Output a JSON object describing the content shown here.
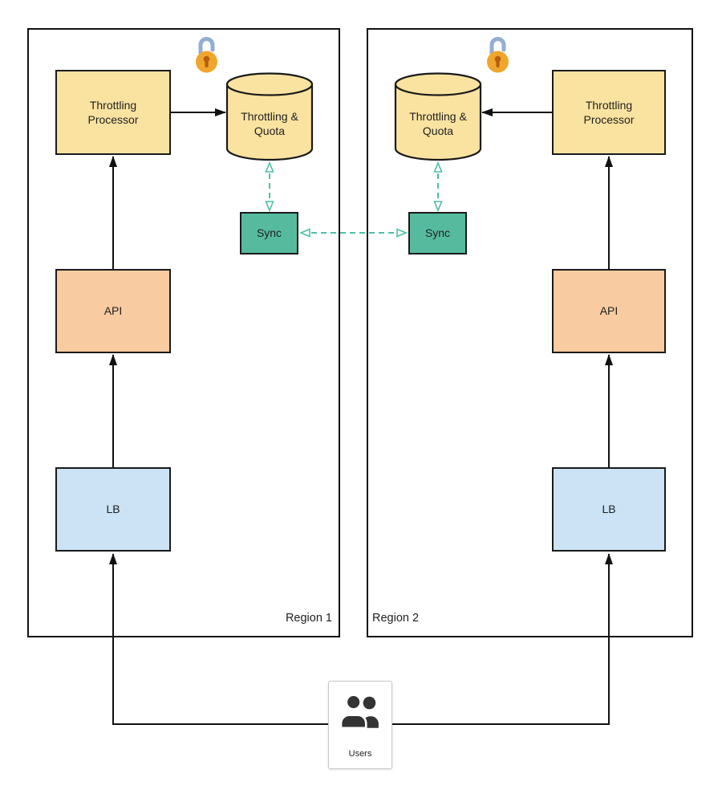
{
  "regions": [
    {
      "label": "Region 1"
    },
    {
      "label": "Region 2"
    }
  ],
  "nodes": {
    "throttling_processor": {
      "label": "Throttling Processor"
    },
    "throttling_quota": {
      "label": "Throttling & Quota"
    },
    "sync": {
      "label": "Sync"
    },
    "api": {
      "label": "API"
    },
    "lb": {
      "label": "LB"
    },
    "users": {
      "label": "Users"
    }
  },
  "icons": {
    "lock": "open-padlock-icon",
    "users": "people-icon"
  },
  "colors": {
    "node-yellow": "#FAE3A0",
    "node-orange": "#F8CBA0",
    "node-blue": "#CBE3F5",
    "node-teal": "#56BB9E",
    "line-dark": "#111111",
    "line-teal": "#4FBFA6",
    "border-dark": "#1a1a1a",
    "text": "#1f1f1f",
    "lock-body": "#F0A52C",
    "lock-keyhole": "#B45E0F",
    "lock-shackle": "#93ADD4",
    "users-icon": "#333333"
  }
}
